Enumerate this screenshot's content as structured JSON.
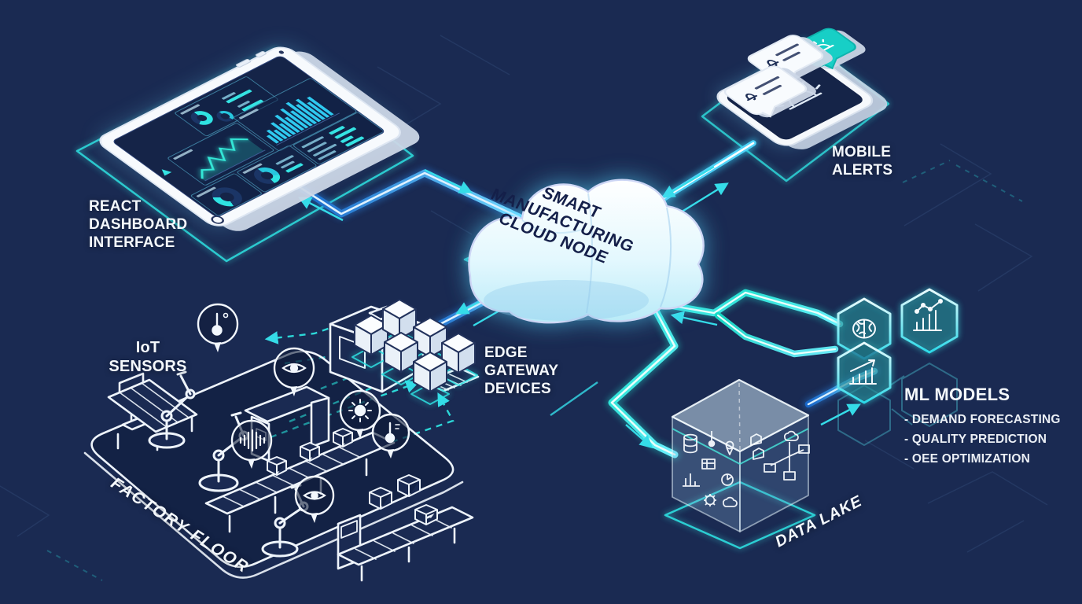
{
  "scene": {
    "title": "Smart manufacturing IoT architecture diagram",
    "colors": {
      "background": "#1a2a52",
      "deep_navy": "#152448",
      "cyan_accent": "#35dce8",
      "teal_accent": "#1fd1c4",
      "pipe_blue": "#2f7fe6",
      "cloud_fill": "#d9f4fc",
      "white": "#ffffff",
      "dark_text": "#141f49"
    }
  },
  "nodes": {
    "dashboard": {
      "label": "REACT\nDASHBOARD\nINTERFACE"
    },
    "cloud": {
      "label": "SMART\nMANUFACTURING\nCLOUD NODE"
    },
    "mobile": {
      "label": "MOBILE\nALERTS",
      "icons": [
        "notification-bell-icon",
        "notification-bell-icon",
        "alarm-light-icon"
      ]
    },
    "iot": {
      "label": "IoT\nSENSORS",
      "sensor_icons": [
        "thermometer-icon",
        "vision-icon",
        "sound-wave-icon",
        "light-icon",
        "thermometer-icon",
        "vision-icon"
      ]
    },
    "edge": {
      "label": "EDGE\nGATEWAY\nDEVICES",
      "cube_count": 6
    },
    "factory": {
      "label": "FACTORY FLOOR"
    },
    "datalake": {
      "label": "DATA LAKE",
      "icons": [
        "database-icon",
        "thermometer-icon",
        "map-pin-icon",
        "table-icon",
        "pie-chart-icon",
        "bar-chart-icon",
        "gear-icon",
        "cloud-sync-icon",
        "folder-tree-icon"
      ]
    },
    "ml": {
      "label": "ML MODELS",
      "items": [
        "- DEMAND FORECASTING",
        "- QUALITY PREDICTION",
        "- OEE OPTIMIZATION"
      ],
      "icons": [
        "neural-network-icon",
        "forecast-chart-icon",
        "growth-bars-icon"
      ]
    }
  }
}
